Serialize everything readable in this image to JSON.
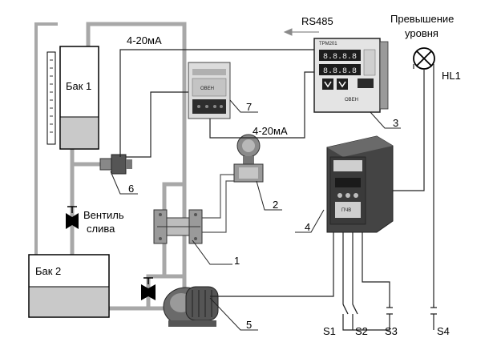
{
  "labels": {
    "tank1": "Бак 1",
    "tank2": "Бак 2",
    "valve_drain_1": "Вентиль",
    "valve_drain_2": "слива",
    "signal_top": "4-20мА",
    "signal_mid": "4-20мА",
    "rs485": "RS485",
    "overflow_1": "Превышение",
    "overflow_2": "уровня",
    "lamp": "HL1",
    "switches": [
      "S1",
      "S2",
      "S3",
      "S4"
    ]
  },
  "callouts": [
    "1",
    "2",
    "3",
    "4",
    "5",
    "6",
    "7"
  ],
  "devices": {
    "controller_brand": "ОВЕН",
    "controller_model": "ТРМ201",
    "controller_display": [
      "8.8.8.8",
      "8.8.8.8"
    ],
    "psu_brand": "ОВЕН",
    "inverter_model": "ПЧВ"
  },
  "colors": {
    "pipe": "#a8a8a8",
    "water": "#c9c9c9",
    "wire": "#222222",
    "arrow": "#8a8a8a"
  }
}
